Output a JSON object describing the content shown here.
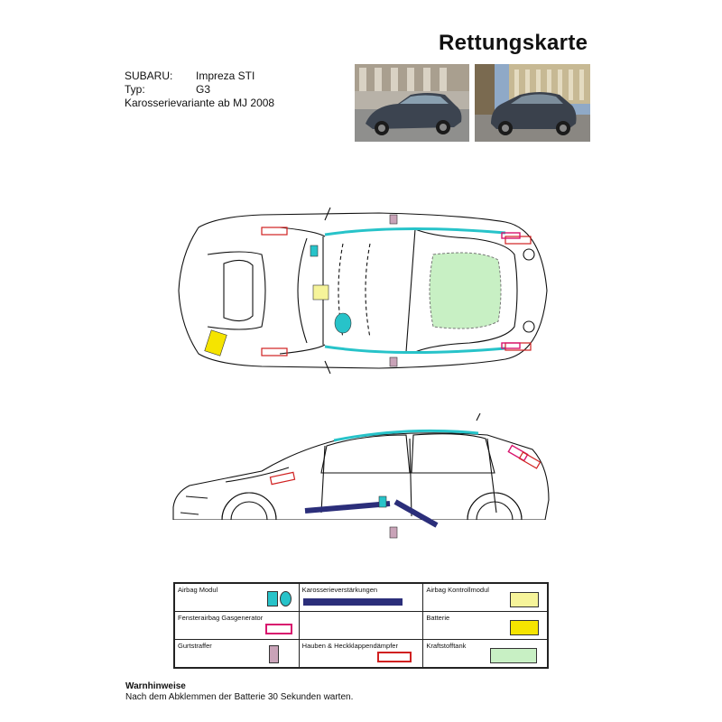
{
  "title": "Rettungskarte",
  "vehicle": {
    "make_label": "SUBARU:",
    "make_value": "Impreza STI",
    "type_label": "Typ:",
    "type_value": "G3",
    "variant": "Karosserievariante ab MJ 2008"
  },
  "legend": {
    "rows": [
      [
        "Airbag Modul",
        "Karosserieverstärkungen",
        "Airbag Kontrollmodul"
      ],
      [
        "Fensterairbag Gasgenerator",
        "",
        "Batterie"
      ],
      [
        "Gurtstraffer",
        "Hauben & Heckklappendämpfer",
        "Kraftstofftank"
      ]
    ]
  },
  "colors": {
    "airbag": "#27c3c9",
    "reinforcement": "#2b2e7a",
    "control_module": "#f6f49a",
    "battery": "#f5e400",
    "fuel_tank": "#c8f0c4",
    "generator": "#d8156e",
    "damper": "#d02020",
    "tensioner": "#c9a3b8"
  },
  "warning": {
    "heading": "Warnhinweise",
    "text": "Nach dem Abklemmen der Batterie 30 Sekunden warten."
  }
}
